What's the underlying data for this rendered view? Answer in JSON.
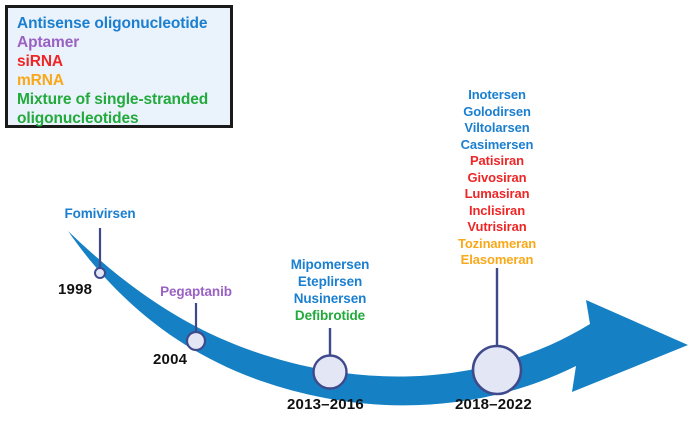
{
  "colors": {
    "aso_blue": "#1b7fd0",
    "aptamer_purple": "#9a61c4",
    "sirna_red": "#ee2626",
    "mrna_orange": "#f9a81a",
    "mixture_green": "#22aa3c",
    "arrow_blue": "#1580c4",
    "leader_line": "#3f4a8c",
    "circle_fill": "#e2e6f5",
    "circle_stroke": "#3f4a8c",
    "year_text": "#111111",
    "legend_bg": "#eaf2fb",
    "legend_border": "#1a1a1a"
  },
  "legend": {
    "items": [
      {
        "label": "Antisense oligonucleotide",
        "color": "#1b7fd0"
      },
      {
        "label": "Aptamer",
        "color": "#9a61c4"
      },
      {
        "label": "siRNA",
        "color": "#ee2626"
      },
      {
        "label": "mRNA",
        "color": "#f9a81a"
      },
      {
        "label": "Mixture of single-stranded",
        "color": "#22aa3c"
      },
      {
        "label": "oligonucleotides",
        "color": "#22aa3c"
      }
    ]
  },
  "milestones": [
    {
      "year": "1998",
      "drugs": [
        {
          "name": "Fomivirsen",
          "color": "#1b7fd0"
        }
      ]
    },
    {
      "year": "2004",
      "drugs": [
        {
          "name": "Pegaptanib",
          "color": "#9a61c4"
        }
      ]
    },
    {
      "year": "2013–2016",
      "drugs": [
        {
          "name": "Mipomersen",
          "color": "#1b7fd0"
        },
        {
          "name": "Eteplirsen",
          "color": "#1b7fd0"
        },
        {
          "name": "Nusinersen",
          "color": "#1b7fd0"
        },
        {
          "name": "Defibrotide",
          "color": "#22aa3c"
        }
      ]
    },
    {
      "year": "2018–2022",
      "drugs": [
        {
          "name": "Inotersen",
          "color": "#1b7fd0"
        },
        {
          "name": "Golodirsen",
          "color": "#1b7fd0"
        },
        {
          "name": "Viltolarsen",
          "color": "#1b7fd0"
        },
        {
          "name": "Casimersen",
          "color": "#1b7fd0"
        },
        {
          "name": "Patisiran",
          "color": "#ee2626"
        },
        {
          "name": "Givosiran",
          "color": "#ee2626"
        },
        {
          "name": "Lumasiran",
          "color": "#ee2626"
        },
        {
          "name": "Inclisiran",
          "color": "#ee2626"
        },
        {
          "name": "Vutrisiran",
          "color": "#ee2626"
        },
        {
          "name": "Tozinameran",
          "color": "#f9a81a"
        },
        {
          "name": "Elasomeran",
          "color": "#f9a81a"
        }
      ]
    }
  ]
}
